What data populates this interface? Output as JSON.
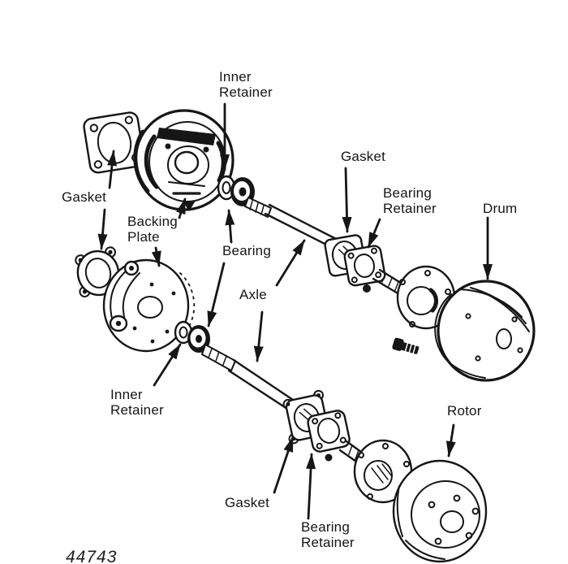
{
  "figure": {
    "number": "44743",
    "background_color": "#ffffff",
    "ink_color": "#161616"
  },
  "labels": {
    "inner_retainer_top": {
      "line1": "Inner",
      "line2": "Retainer"
    },
    "gasket_upper_left": {
      "line1": "Gasket"
    },
    "backing_plate": {
      "line1": "Backing",
      "line2": "Plate"
    },
    "bearing": {
      "line1": "Bearing"
    },
    "axle": {
      "line1": "Axle"
    },
    "gasket_upper_right": {
      "line1": "Gasket"
    },
    "bearing_retainer_upper": {
      "line1": "Bearing",
      "line2": "Retainer"
    },
    "drum": {
      "line1": "Drum"
    },
    "inner_retainer_lower": {
      "line1": "Inner",
      "line2": "Retainer"
    },
    "gasket_lower": {
      "line1": "Gasket"
    },
    "bearing_retainer_lower": {
      "line1": "Bearing",
      "line2": "Retainer"
    },
    "rotor": {
      "line1": "Rotor"
    }
  }
}
